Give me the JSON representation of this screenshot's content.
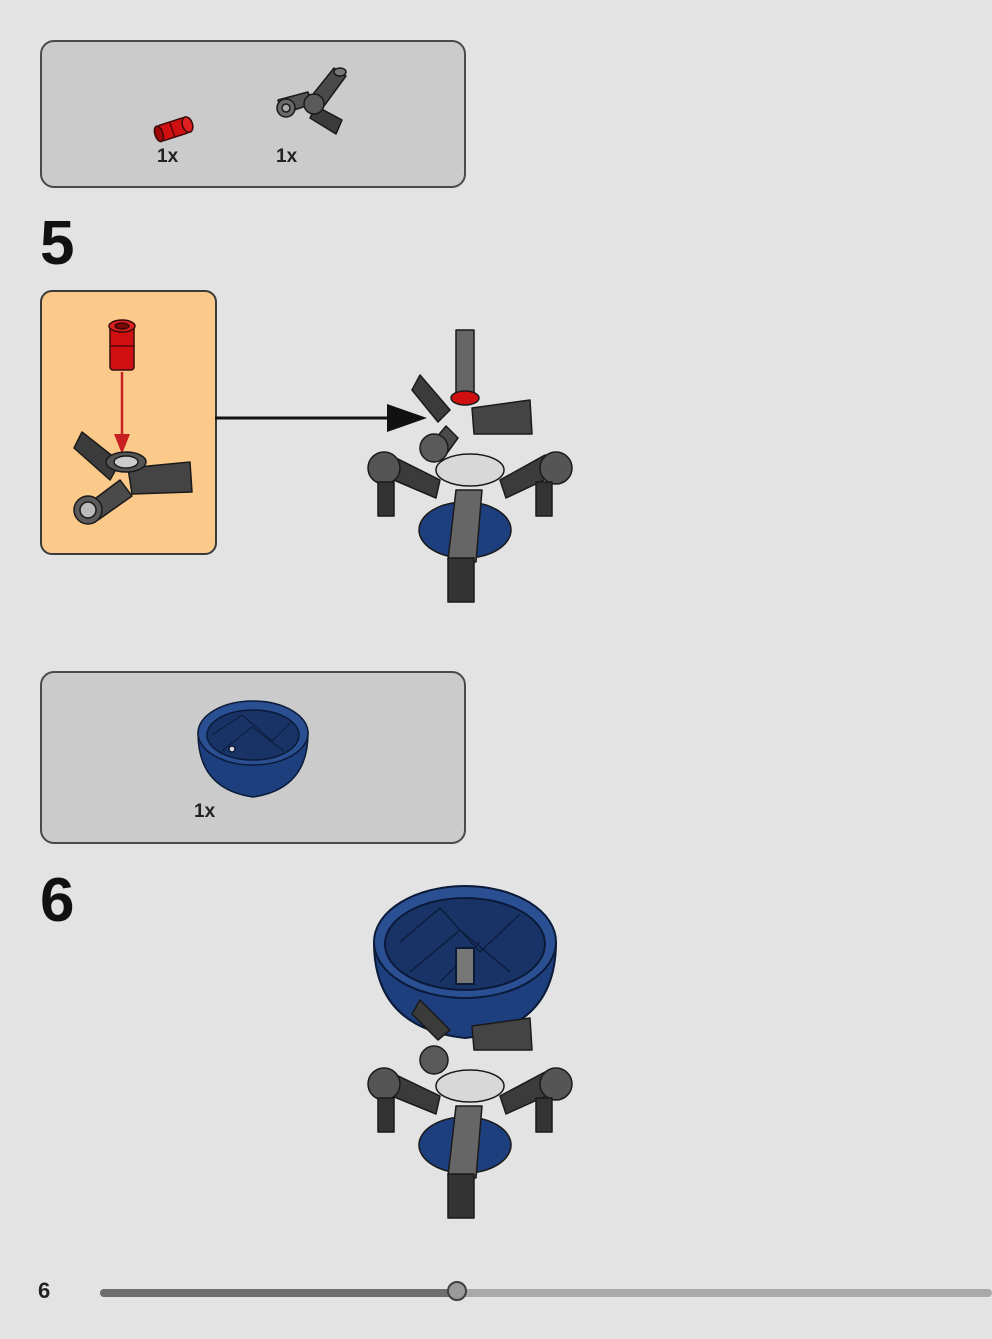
{
  "parts_lists": [
    {
      "items": [
        {
          "part": "red-pin-icon",
          "color": "#d01010",
          "quantity": "1x"
        },
        {
          "part": "dark-gray-axle-connector-icon",
          "color": "#3b3b3b",
          "quantity": "1x"
        }
      ]
    },
    {
      "items": [
        {
          "part": "blue-dome-icon",
          "color": "#1d3f7e",
          "quantity": "1x"
        }
      ]
    }
  ],
  "steps": [
    {
      "number": "5",
      "icons": [
        "red-pin-icon",
        "dark-gray-axle-connector-icon",
        "assembly-arrow-icon",
        "assembly-model-icon"
      ],
      "accent": "#fbc98a"
    },
    {
      "number": "6",
      "icons": [
        "blue-dome-icon",
        "assembly-model-icon"
      ]
    }
  ],
  "footer": {
    "page_number": "6",
    "progress": 0.4
  },
  "colors": {
    "background": "#e3e3e3",
    "parts_box": "#cbcbcb",
    "sub_assembly": "#fbc98a",
    "brick_red": "#d01010",
    "brick_dark_gray": "#3b3b3b",
    "brick_blue": "#1d3f7e"
  }
}
